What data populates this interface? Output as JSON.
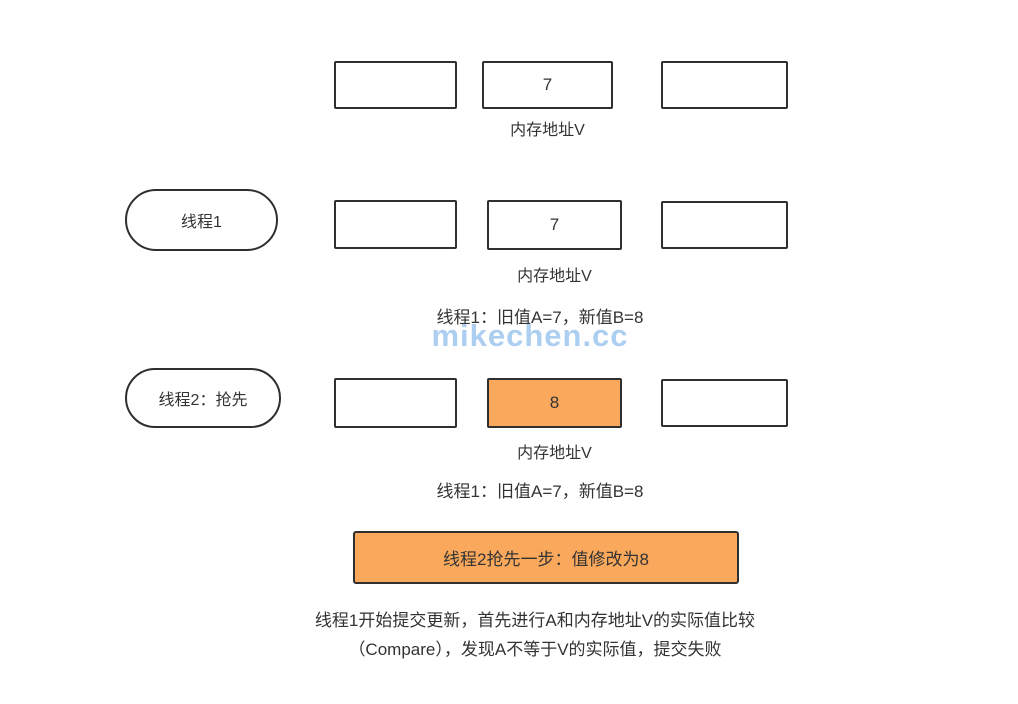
{
  "watermark": "mikechen.cc",
  "rows": [
    {
      "cells": [
        "",
        "7",
        ""
      ],
      "label": "内存地址V"
    },
    {
      "pill": "线程1",
      "cells": [
        "",
        "7",
        ""
      ],
      "label": "内存地址V",
      "caption": "线程1：旧值A=7，新值B=8"
    },
    {
      "pill": "线程2：抢先",
      "cells": [
        "",
        "8",
        ""
      ],
      "label": "内存地址V",
      "caption": "线程1：旧值A=7，新值B=8"
    }
  ],
  "banner": "线程2抢先一步：值修改为8",
  "footer": {
    "line1": "线程1开始提交更新，首先进行A和内存地址V的实际值比较",
    "line2": "（Compare），发现A不等于V的实际值，提交失败"
  },
  "colors": {
    "highlight_fill": "#F9A85C",
    "border": "#2F2F2F",
    "watermark": "#79B0E8"
  }
}
